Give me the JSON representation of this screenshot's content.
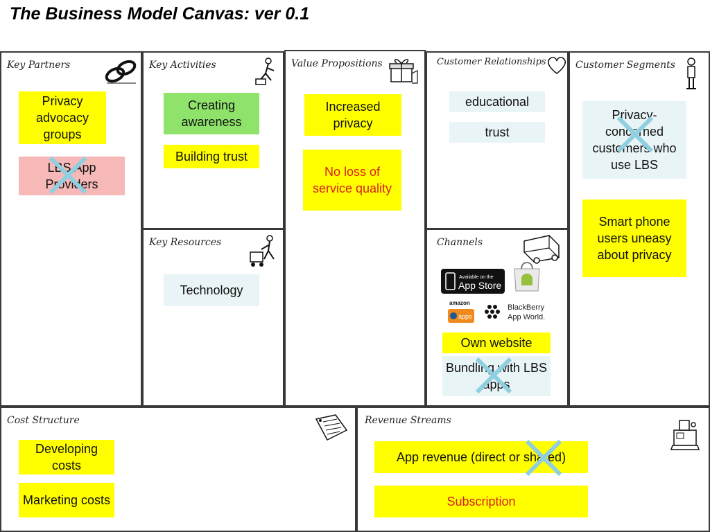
{
  "title": "The Business Model Canvas: ver 0.1",
  "colors": {
    "yellow_note": "#ffff00",
    "green_note": "#8fe36a",
    "pink_note": "#f7b8b8",
    "pale_note": "#e9f4f6",
    "cross": "#8fcfe0",
    "red_text": "#d8201c"
  },
  "blocks": {
    "key_partners": {
      "title": "Key Partners",
      "icon": "chain-link-icon",
      "notes": [
        "Privacy advocacy groups",
        "LBS App Providers"
      ]
    },
    "key_activities": {
      "title": "Key Activities",
      "icon": "worker-icon",
      "notes": [
        "Creating awareness",
        "Building trust"
      ]
    },
    "key_resources": {
      "title": "Key Resources",
      "icon": "worker-with-cart-icon",
      "notes": [
        "Technology"
      ]
    },
    "value_propositions": {
      "title": "Value Propositions",
      "icon": "gift-box-icon",
      "notes": [
        "Increased privacy",
        "No loss of service quality"
      ]
    },
    "customer_relationships": {
      "title": "Customer Relationships",
      "icon": "heart-icon",
      "notes": [
        "educational",
        "trust"
      ]
    },
    "channels": {
      "title": "Channels",
      "icon": "delivery-truck-icon",
      "badges": {
        "app_store_top": "Available on the",
        "app_store_main": "App Store",
        "amazon_top": "amazon",
        "amazon_main": "apps",
        "blackberry_line1": "BlackBerry",
        "blackberry_line2": "App World."
      },
      "notes": [
        "Own website",
        "Bundling with LBS apps"
      ]
    },
    "customer_segments": {
      "title": "Customer Segments",
      "icon": "person-icon",
      "notes": [
        "Privacy-concerned customers who use LBS",
        "Smart phone users uneasy about privacy"
      ]
    },
    "cost_structure": {
      "title": "Cost Structure",
      "icon": "price-tag-icon",
      "notes": [
        "Developing costs",
        "Marketing costs"
      ]
    },
    "revenue_streams": {
      "title": "Revenue Streams",
      "icon": "cash-register-icon",
      "notes": [
        "App revenue (direct or shared)",
        "Subscription"
      ]
    }
  }
}
